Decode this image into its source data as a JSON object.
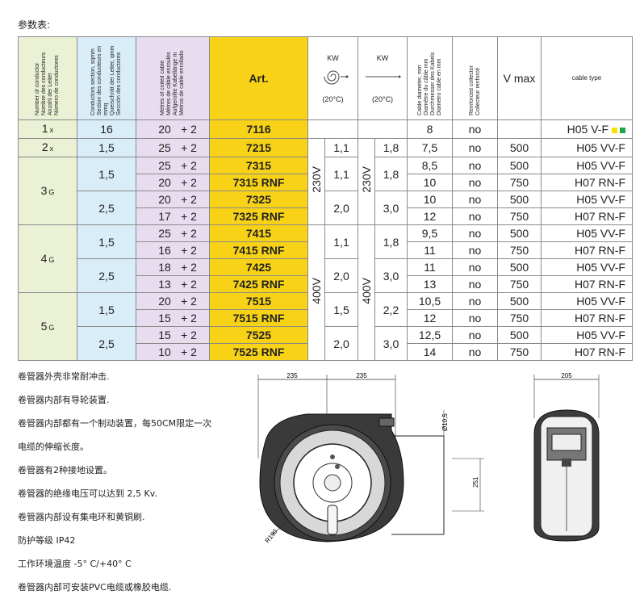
{
  "title": "参数表:",
  "headers": {
    "conductors": [
      "Number of conductor",
      "Nombre des conducteurs",
      "Anzahl der Leiter",
      "Número de conductores"
    ],
    "section": [
      "Conductors section, sqmm",
      "Section des conducteurs en mmq",
      "Querschnitt der Leiter, qmm",
      "Sección des conductores"
    ],
    "meters": [
      "Metres of coiled cable",
      "Mètres de câble enroulés",
      "Aufgerollte Kabellänge m",
      "Metros de cable enrollado"
    ],
    "art": "Art.",
    "kw_unit": "KW",
    "temp": "(20°C)",
    "diameter": [
      "Cable diameter, mm",
      "Diamètre du câble mm",
      "Durchmesser des Kabels",
      "Diametro cable en mm"
    ],
    "reinforced": [
      "Reinforced collector",
      "Collecteur renforcé"
    ],
    "vmax": "V max",
    "cable_type": "cable type"
  },
  "rows": [
    {
      "cond": "1",
      "sub": "x",
      "sec": "16",
      "m": "20",
      "p": "+ 2",
      "art": "7116",
      "kw1": "",
      "kw2": "",
      "dia": "8",
      "rf": "no",
      "v": "",
      "type": "H05 V-F"
    },
    {
      "cond": "2",
      "sub": "x",
      "sec": "1,5",
      "m": "25",
      "p": "+ 2",
      "art": "7215",
      "kw1": "1,1",
      "kw2": "1,8",
      "dia": "7,5",
      "rf": "no",
      "v": "500",
      "type": "H05 VV-F"
    },
    {
      "cond": "3",
      "sub": "G",
      "sec": "1,5",
      "m": "25",
      "p": "+ 2",
      "art": "7315",
      "kw1": "1,1",
      "kw2": "1,8",
      "dia": "8,5",
      "rf": "no",
      "v": "500",
      "type": "H05 VV-F"
    },
    {
      "cond": "",
      "sub": "",
      "sec": "",
      "m": "20",
      "p": "+ 2",
      "art": "7315 RNF",
      "kw1": "",
      "kw2": "",
      "dia": "10",
      "rf": "no",
      "v": "750",
      "type": "H07 RN-F"
    },
    {
      "cond": "",
      "sub": "",
      "sec": "2,5",
      "m": "20",
      "p": "+ 2",
      "art": "7325",
      "kw1": "2,0",
      "kw2": "3,0",
      "dia": "10",
      "rf": "no",
      "v": "500",
      "type": "H05 VV-F"
    },
    {
      "cond": "",
      "sub": "",
      "sec": "",
      "m": "17",
      "p": "+ 2",
      "art": "7325 RNF",
      "kw1": "",
      "kw2": "",
      "dia": "12",
      "rf": "no",
      "v": "750",
      "type": "H07 RN-F"
    },
    {
      "cond": "4",
      "sub": "G",
      "sec": "1,5",
      "m": "25",
      "p": "+ 2",
      "art": "7415",
      "kw1": "1,1",
      "kw2": "1,8",
      "dia": "9,5",
      "rf": "no",
      "v": "500",
      "type": "H05 VV-F"
    },
    {
      "cond": "",
      "sub": "",
      "sec": "",
      "m": "16",
      "p": "+ 2",
      "art": "7415 RNF",
      "kw1": "",
      "kw2": "",
      "dia": "11",
      "rf": "no",
      "v": "750",
      "type": "H07 RN-F"
    },
    {
      "cond": "",
      "sub": "",
      "sec": "2,5",
      "m": "18",
      "p": "+ 2",
      "art": "7425",
      "kw1": "2,0",
      "kw2": "3,0",
      "dia": "11",
      "rf": "no",
      "v": "500",
      "type": "H05 VV-F"
    },
    {
      "cond": "",
      "sub": "",
      "sec": "",
      "m": "13",
      "p": "+ 2",
      "art": "7425 RNF",
      "kw1": "",
      "kw2": "",
      "dia": "13",
      "rf": "no",
      "v": "750",
      "type": "H07 RN-F"
    },
    {
      "cond": "5",
      "sub": "G",
      "sec": "1,5",
      "m": "20",
      "p": "+ 2",
      "art": "7515",
      "kw1": "1,5",
      "kw2": "2,2",
      "dia": "10,5",
      "rf": "no",
      "v": "500",
      "type": "H05 VV-F"
    },
    {
      "cond": "",
      "sub": "",
      "sec": "",
      "m": "15",
      "p": "+ 2",
      "art": "7515 RNF",
      "kw1": "",
      "kw2": "",
      "dia": "12",
      "rf": "no",
      "v": "750",
      "type": "H07 RN-F"
    },
    {
      "cond": "",
      "sub": "",
      "sec": "2,5",
      "m": "15",
      "p": "+ 2",
      "art": "7525",
      "kw1": "2,0",
      "kw2": "3,0",
      "dia": "12,5",
      "rf": "no",
      "v": "500",
      "type": "H05 VV-F"
    },
    {
      "cond": "",
      "sub": "",
      "sec": "",
      "m": "10",
      "p": "+ 2",
      "art": "7525 RNF",
      "kw1": "",
      "kw2": "",
      "dia": "14",
      "rf": "no",
      "v": "750",
      "type": "H07 RN-F"
    }
  ],
  "voltage_230": "230V",
  "voltage_400": "400V",
  "drawing": {
    "dim_width_left": "235",
    "dim_width_right": "235",
    "dim_depth": "205",
    "dim_hole": "Ø10,5",
    "dim_height": "251",
    "dim_radius": "R190"
  },
  "notes": [
    "卷管器外壳非常耐冲击.",
    "卷管器内部有导轮装置.",
    "卷管器内部都有一个制动装置，每50CM限定一次",
    "电缆的伸缩长度。",
    "卷管器有2种接地设置。",
    "卷管器的绝缘电压可以达到 2,5 Kv.",
    "卷管器内部设有集电环和黄铜刷.",
    "防护等级 IP42",
    "工作环境温度 -5°  C/+40°  C",
    "卷管器内部可安装PVC电缆或橡胶电缆."
  ]
}
